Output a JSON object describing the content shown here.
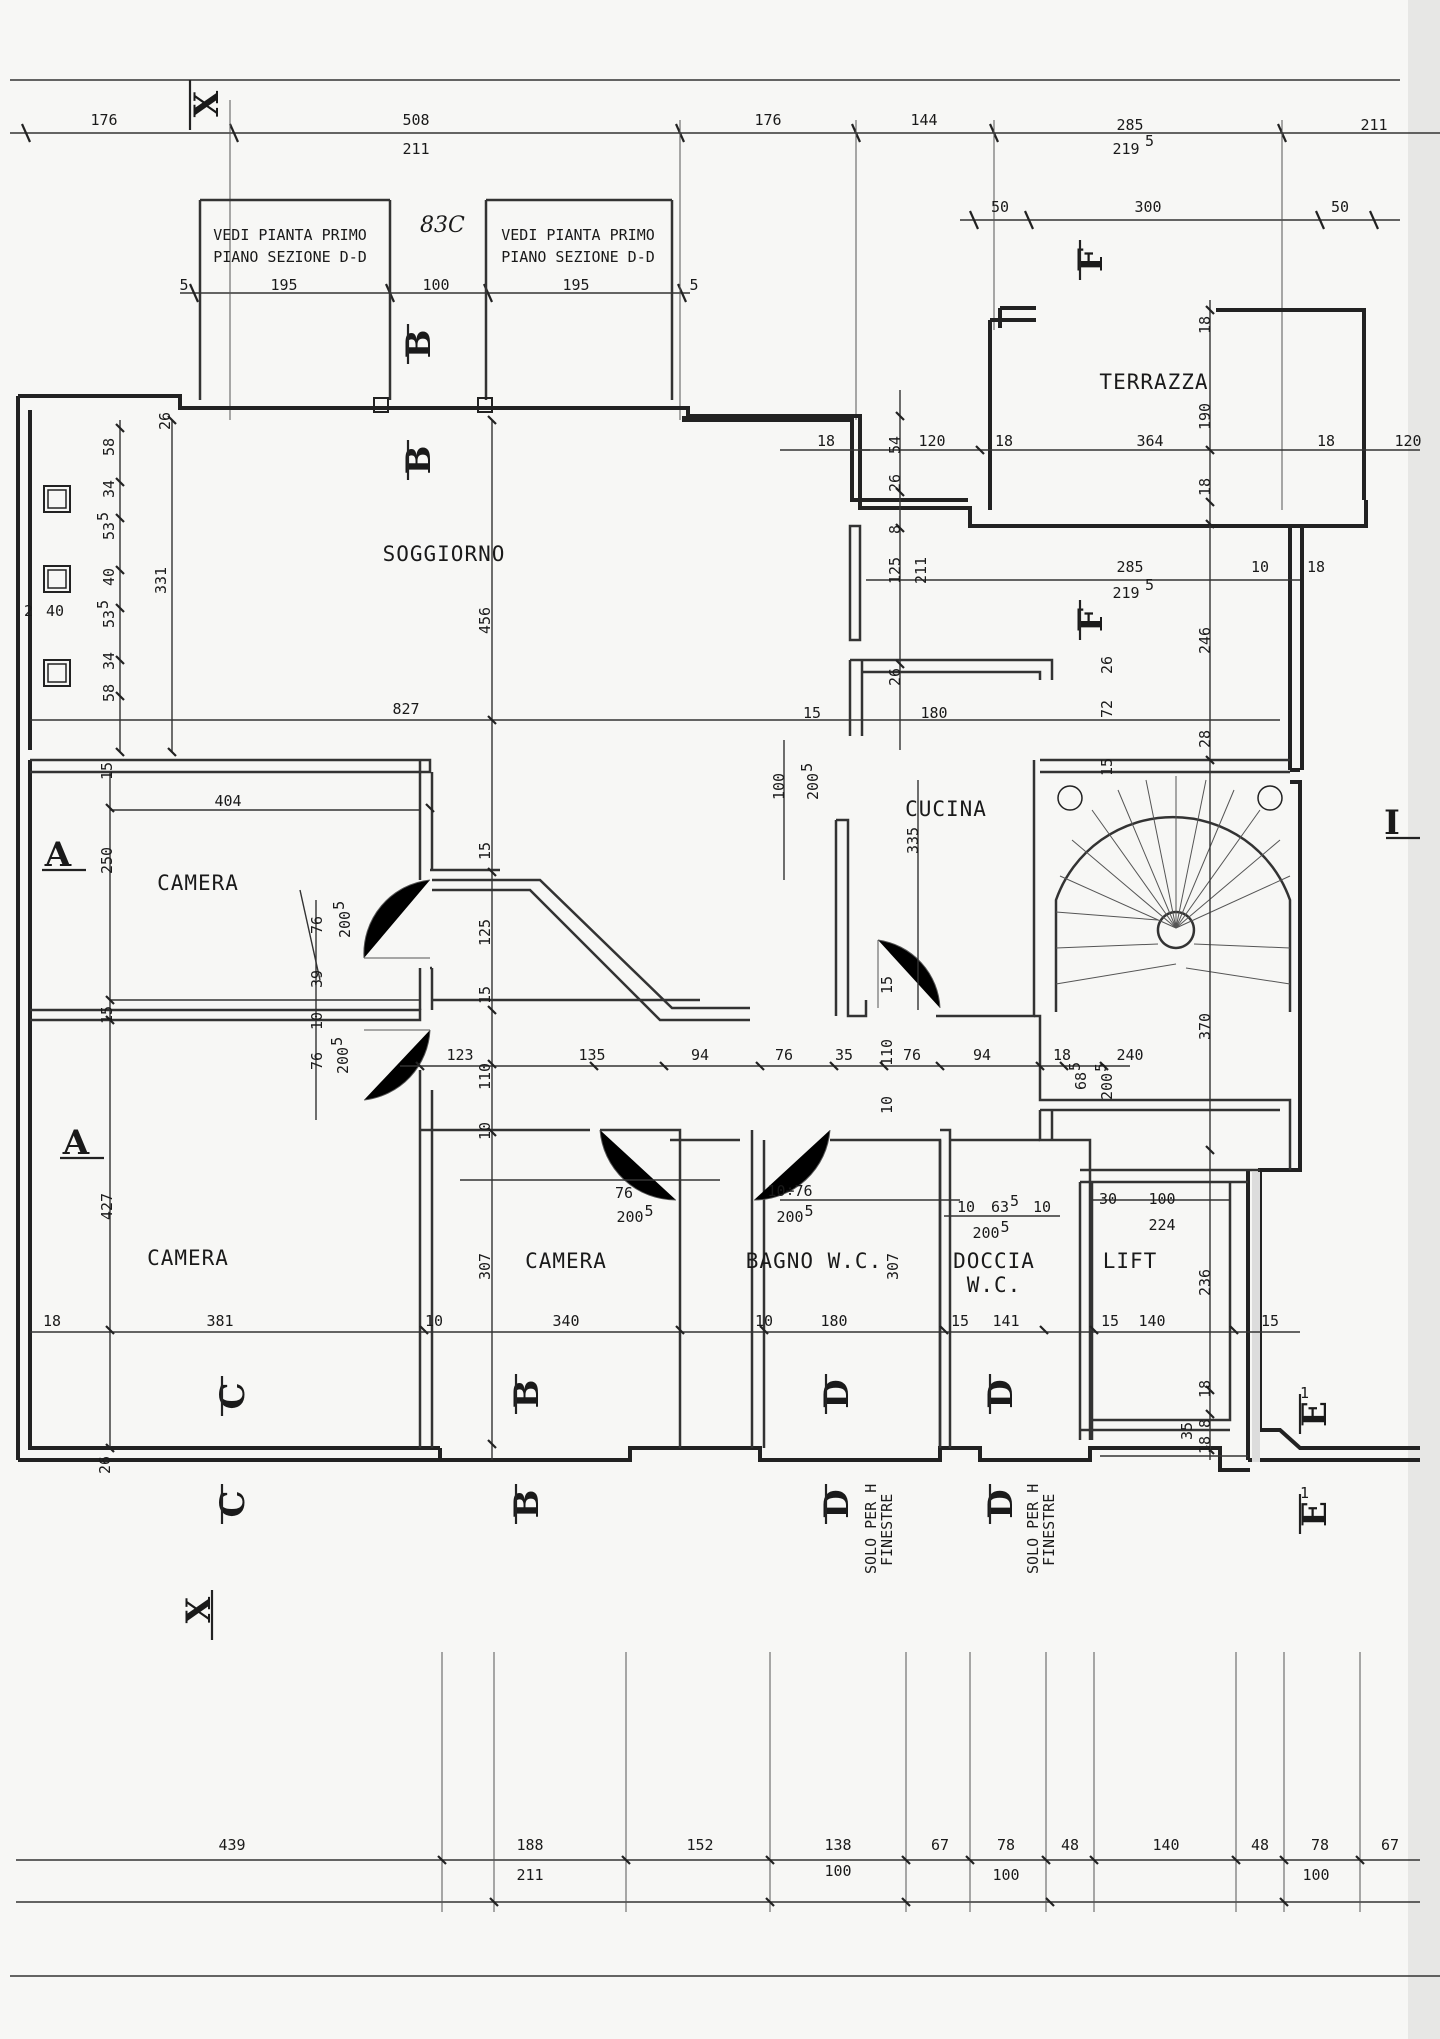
{
  "rooms": {
    "soggiorno": "SOGGIORNO",
    "terrazza": "TERRAZZA",
    "cucina": "CUCINA",
    "camera_ovest": "CAMERA",
    "camera_sud_ovest": "CAMERA",
    "camera_sud": "CAMERA",
    "bagno": "BAGNO W.C.",
    "doccia_1": "DOCCIA",
    "doccia_2": "W.C.",
    "lift": "LIFT"
  },
  "notes": {
    "vedi_1a": "VEDI PIANTA PRIMO",
    "vedi_1b": "PIANO SEZIONE D-D",
    "vedi_2a": "VEDI PIANTA PRIMO",
    "vedi_2b": "PIANO SEZIONE D-D",
    "solo_1a": "SOLO PER H",
    "solo_1b": "FINESTRE",
    "solo_2a": "SOLO PER H",
    "solo_2b": "FINESTRE",
    "handwriting": "83C"
  },
  "sections": {
    "x_top": "X",
    "x_bottom": "X",
    "b1": "B",
    "b2": "B",
    "b3": "B",
    "b4": "B",
    "a1": "A",
    "a2": "A",
    "c1": "C",
    "c2": "C",
    "d1": "D",
    "d2": "D",
    "d3": "D",
    "d4": "D",
    "f1": "F",
    "f2": "F",
    "e1": "E",
    "e2": "E",
    "e_sup1": "1",
    "e_sup2": "1",
    "i": "I"
  },
  "dims": {
    "t176a": "176",
    "t508": "508",
    "t211a": "211",
    "t176b": "176",
    "t144": "144",
    "t285a": "285",
    "t219a": "219",
    "t219a_s": "5",
    "t211b": "211",
    "t50a": "50",
    "t300": "300",
    "t50b": "50",
    "t5a": "5",
    "t195a": "195",
    "t100a": "100",
    "t195b": "195",
    "t5b": "5",
    "l26a": "26",
    "l58a": "58",
    "l34a": "34",
    "l535a": "53",
    "l535a_s": "5",
    "l40": "40",
    "l2": "2",
    "l40v": "40",
    "l535b": "53",
    "l535b_s": "5",
    "l34b": "34",
    "l58b": "58",
    "l331": "331",
    "l456": "456",
    "l827": "827",
    "e18a": "18",
    "e54": "54",
    "e120a": "120",
    "e18b": "18",
    "e364": "364",
    "e190": "190",
    "e18c": "18",
    "e120b": "120",
    "e26b": "26",
    "e18d": "18",
    "e8": "8",
    "e125a": "125",
    "e211": "211",
    "e285": "285",
    "e219": "219",
    "e219_s": "5",
    "e10a": "10",
    "e18e": "18",
    "e246": "246",
    "e26c": "26",
    "e15a": "15",
    "e180": "180",
    "e26d": "26",
    "e72": "72",
    "e28": "28",
    "e15b": "15",
    "c100": "100",
    "c2005a": "200",
    "c2005a_s": "5",
    "c335": "335",
    "w15a": "15",
    "w404": "404",
    "w250": "250",
    "w15b": "15",
    "w76a": "76",
    "w2005b": "200",
    "w2005b_s": "5",
    "w125": "125",
    "w15c": "15",
    "w39": "39",
    "w15d": "15",
    "w10a": "10",
    "w76b": "76",
    "w2005c": "200",
    "w2005c_s": "5",
    "w123": "123",
    "w110a": "110",
    "h135": "135",
    "h94a": "94",
    "h76a": "76",
    "h35": "35",
    "h110b": "110",
    "h76b": "76",
    "h94b": "94",
    "h18": "18",
    "h240": "240",
    "h15e": "15",
    "h370": "370",
    "h685": "68",
    "h685_s": "5",
    "h2005d": "200",
    "h2005d_s": "5",
    "s10a": "10",
    "s10b": "10",
    "s76c": "76",
    "s2005e": "200",
    "s2005e_s": "5",
    "s10_76": "10÷76",
    "s2005f": "200",
    "s2005f_s": "5",
    "s10c": "10",
    "s635": "63",
    "s635_s": "5",
    "s10d": "10",
    "s2005g": "200",
    "s2005g_s": "5",
    "s30": "30",
    "s100b": "100",
    "s224": "224",
    "s427": "427",
    "s307a": "307",
    "s307b": "307",
    "s236": "236",
    "b18a": "18",
    "b381": "381",
    "b10a": "10",
    "b340": "340",
    "b10b": "10",
    "b180": "180",
    "b15a": "15",
    "b141": "141",
    "b15b": "15",
    "b140": "140",
    "b15c": "15",
    "b18b": "18",
    "b18c": "18",
    "b35": "35",
    "b8": "8",
    "b26": "26",
    "f439": "439",
    "f188": "188",
    "f211": "211",
    "f152": "152",
    "f138": "138",
    "f100a": "100",
    "f67a": "67",
    "f78a": "78",
    "f100b": "100",
    "f48a": "48",
    "f140": "140",
    "f48b": "48",
    "f78b": "78",
    "f100c": "100",
    "f67b": "67"
  }
}
